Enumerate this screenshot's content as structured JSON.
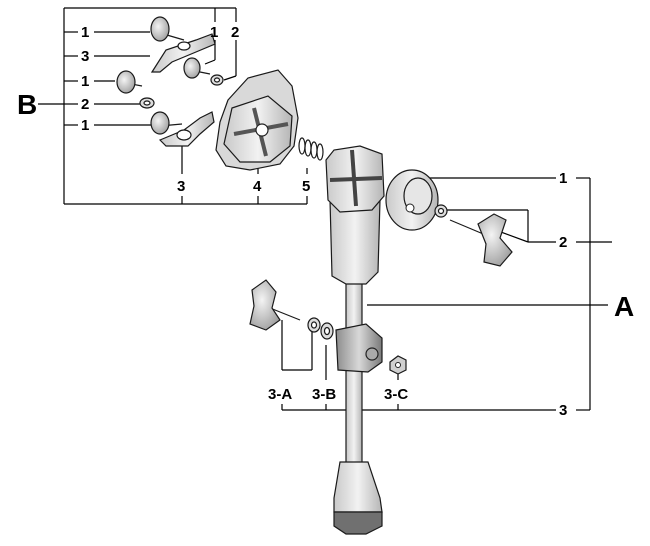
{
  "callouts": {
    "group_b_title": "B",
    "group_a_title": "A",
    "b_1_top": "1",
    "b_1_top_right": "1",
    "b_2_top_right": "2",
    "b_3_upper": "3",
    "b_1_mid": "1",
    "b_2_mid": "2",
    "b_1_low": "1",
    "b_3_bottom": "3",
    "b_4_bottom": "4",
    "b_5_bottom": "5",
    "a_1": "1",
    "a_2": "2",
    "a_3": "3",
    "a_3a": "3-A",
    "a_3b": "3-B",
    "a_3c": "3-C"
  },
  "colors": {
    "line": "#000000",
    "part_light": "#eeeeee",
    "part_mid": "#d4d4d4",
    "part_dark": "#a8a8a8",
    "rubber": "#6f6f6f"
  }
}
